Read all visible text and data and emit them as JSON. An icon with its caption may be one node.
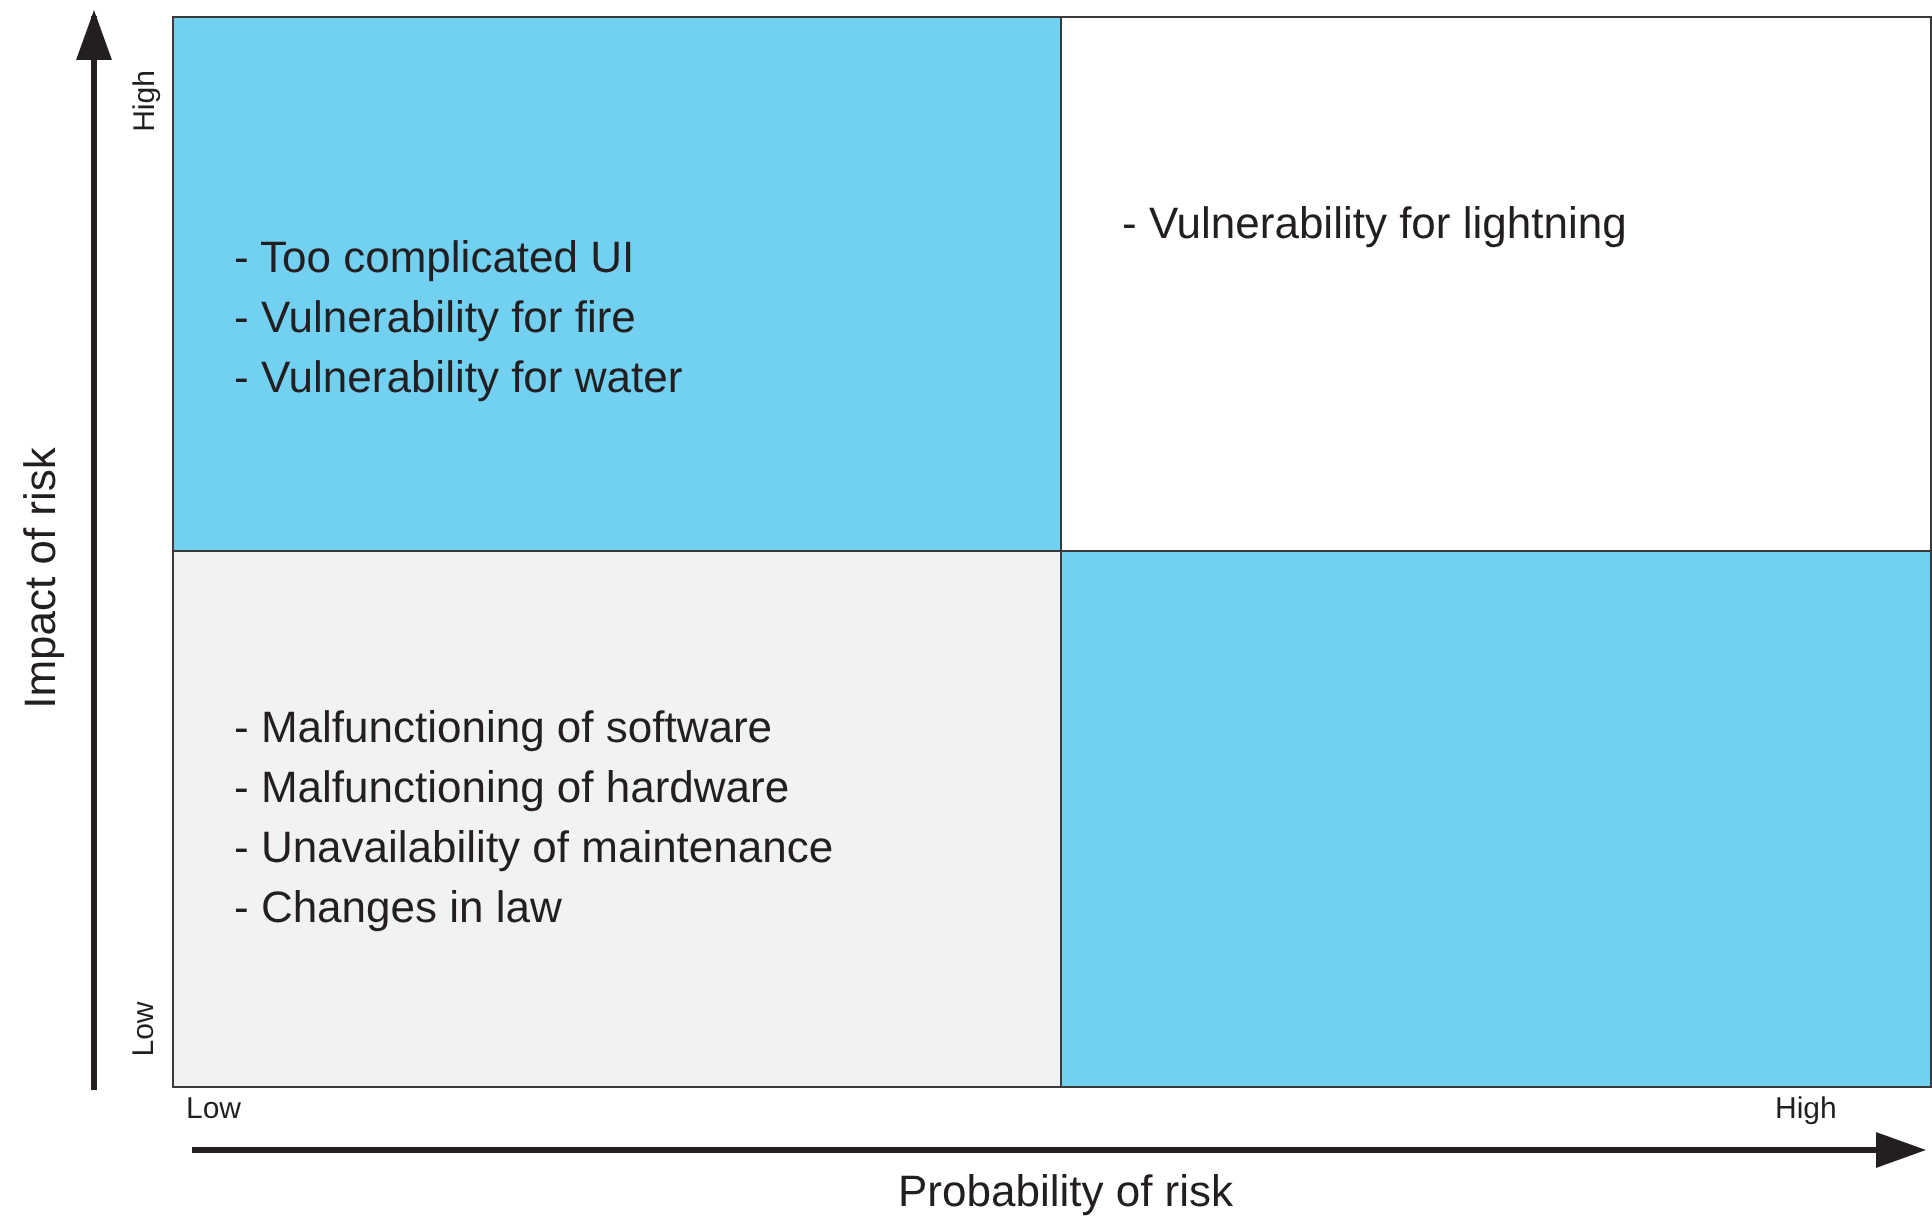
{
  "diagram": {
    "nodes": [
      {
        "text": [
          "- Too complicated UI",
          "- Vulnerability for fire",
          "- Vulnerability for water"
        ]
      },
      {
        "text": [
          "- Vulnerability for lightning"
        ]
      },
      {
        "text": [
          "- Malfunctioning of software",
          "- Malfunctioning of hardware",
          "- Unavailability of maintenance",
          "- Changes in law"
        ]
      },
      {
        "text": [],
        "shape": "box"
      }
    ],
    "labels": [
      "Impact of risk",
      "High",
      "Low",
      "Low",
      "High",
      "Probability of risk"
    ]
  }
}
